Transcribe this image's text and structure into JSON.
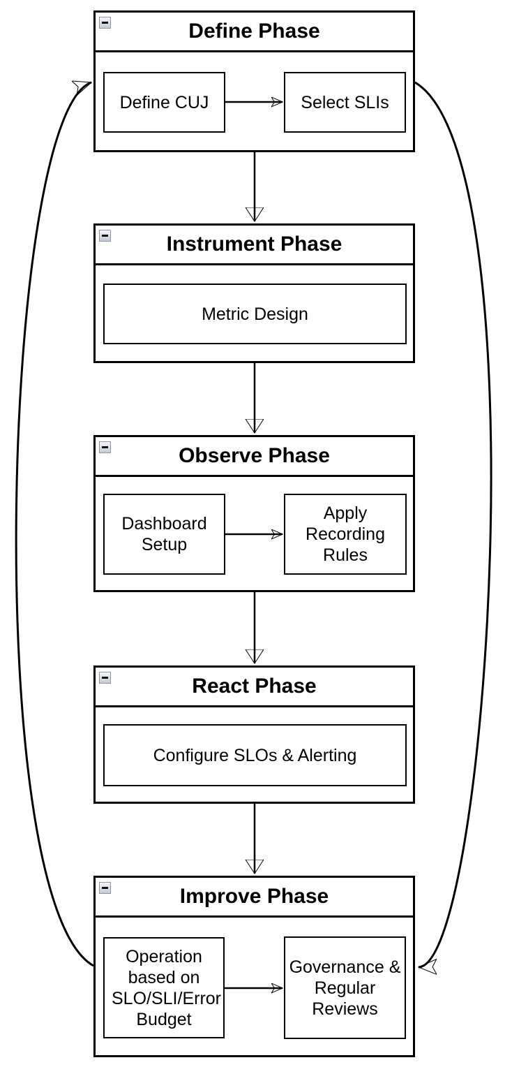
{
  "colors": {
    "stroke": "#000000",
    "shape_fill": "#ffffff",
    "background": "#ffffff",
    "collapse_button_bg": "#dfe3e9",
    "collapse_button_border": "#8c95a0"
  },
  "icons": {
    "collapse": "minus-icon"
  },
  "phases": [
    {
      "title": "Define Phase",
      "nodes": [
        "Define CUJ",
        "Select SLIs"
      ]
    },
    {
      "title": "Instrument Phase",
      "nodes": [
        "Metric Design"
      ]
    },
    {
      "title": "Observe Phase",
      "nodes": [
        "Dashboard Setup",
        "Apply Recording Rules"
      ]
    },
    {
      "title": "React Phase",
      "nodes": [
        "Configure SLOs & Alerting"
      ]
    },
    {
      "title": "Improve Phase",
      "nodes": [
        "Operation based on SLO/SLI/Error Budget",
        "Governance & Regular Reviews"
      ]
    }
  ],
  "edges": [
    {
      "from": "Define CUJ",
      "to": "Select SLIs",
      "style": "straight-arrow"
    },
    {
      "from": "Define Phase",
      "to": "Instrument Phase",
      "style": "straight-arrow"
    },
    {
      "from": "Instrument Phase",
      "to": "Observe Phase",
      "style": "straight-arrow"
    },
    {
      "from": "Dashboard Setup",
      "to": "Apply Recording Rules",
      "style": "straight-arrow"
    },
    {
      "from": "Observe Phase",
      "to": "React Phase",
      "style": "straight-arrow"
    },
    {
      "from": "React Phase",
      "to": "Improve Phase",
      "style": "straight-arrow"
    },
    {
      "from": "Operation based on SLO/SLI/Error Budget",
      "to": "Governance & Regular Reviews",
      "style": "straight-arrow"
    },
    {
      "from": "Improve Phase",
      "to": "Define Phase",
      "style": "curved-left-arrow"
    },
    {
      "from": "Define Phase",
      "to": "Improve Phase",
      "style": "curved-right-arrow"
    }
  ]
}
